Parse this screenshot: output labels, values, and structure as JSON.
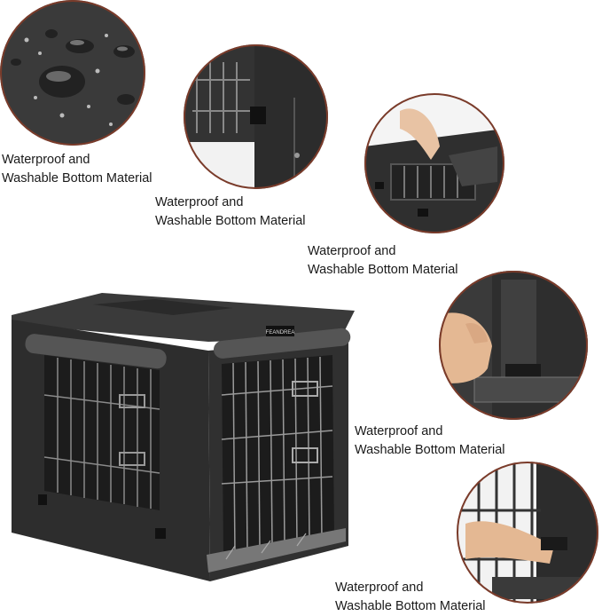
{
  "captions": [
    {
      "line1": "Waterproof and",
      "line2": "Washable Bottom Material"
    },
    {
      "line1": "Waterproof and",
      "line2": "Washable Bottom Material"
    },
    {
      "line1": "Waterproof and",
      "line2": "Washable Bottom Material"
    },
    {
      "line1": "Waterproof and",
      "line2": "Washable Bottom Material"
    },
    {
      "line1": "Waterproof and",
      "line2": "Washable Bottom Material"
    }
  ],
  "brand_tag": "FEANDREA",
  "colors": {
    "ring": "#7a3b2a",
    "fabric": "#2e2e2e",
    "fabric_light": "#3c3c3c",
    "metal": "#6e6e6e"
  }
}
